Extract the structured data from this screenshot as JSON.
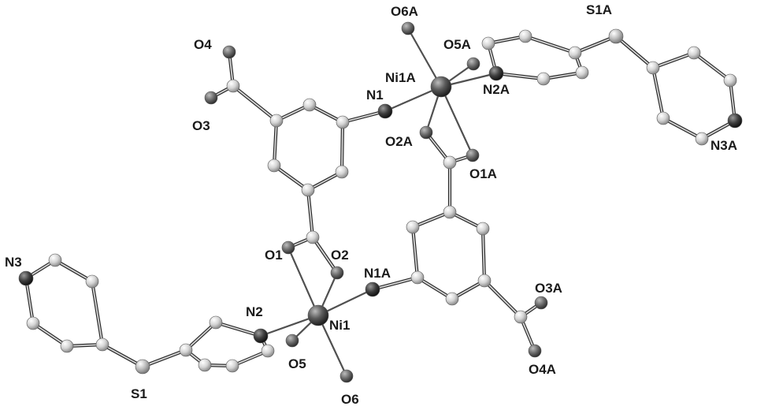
{
  "figure": {
    "atom_labels": {
      "O6A": "O6A",
      "S1A": "S1A",
      "O4": "O4",
      "O5A": "O5A",
      "N1": "N1",
      "Ni1A": "Ni1A",
      "N2A": "N2A",
      "O3": "O3",
      "O2A": "O2A",
      "O1A": "O1A",
      "N3A": "N3A",
      "O1": "O1",
      "O2": "O2",
      "N1A": "N1A",
      "O3A": "O3A",
      "N3": "N3",
      "N2": "N2",
      "Ni1": "Ni1",
      "O5": "O5",
      "S1": "S1",
      "O4A": "O4A",
      "O6": "O6"
    },
    "element_colors": {
      "carbon": "#c9c9c9",
      "oxygen": "#6a6a6a",
      "nitrogen": "#3a3a3a",
      "nickel": "#5a5a5a",
      "sulfur": "#b0b0b0"
    }
  }
}
